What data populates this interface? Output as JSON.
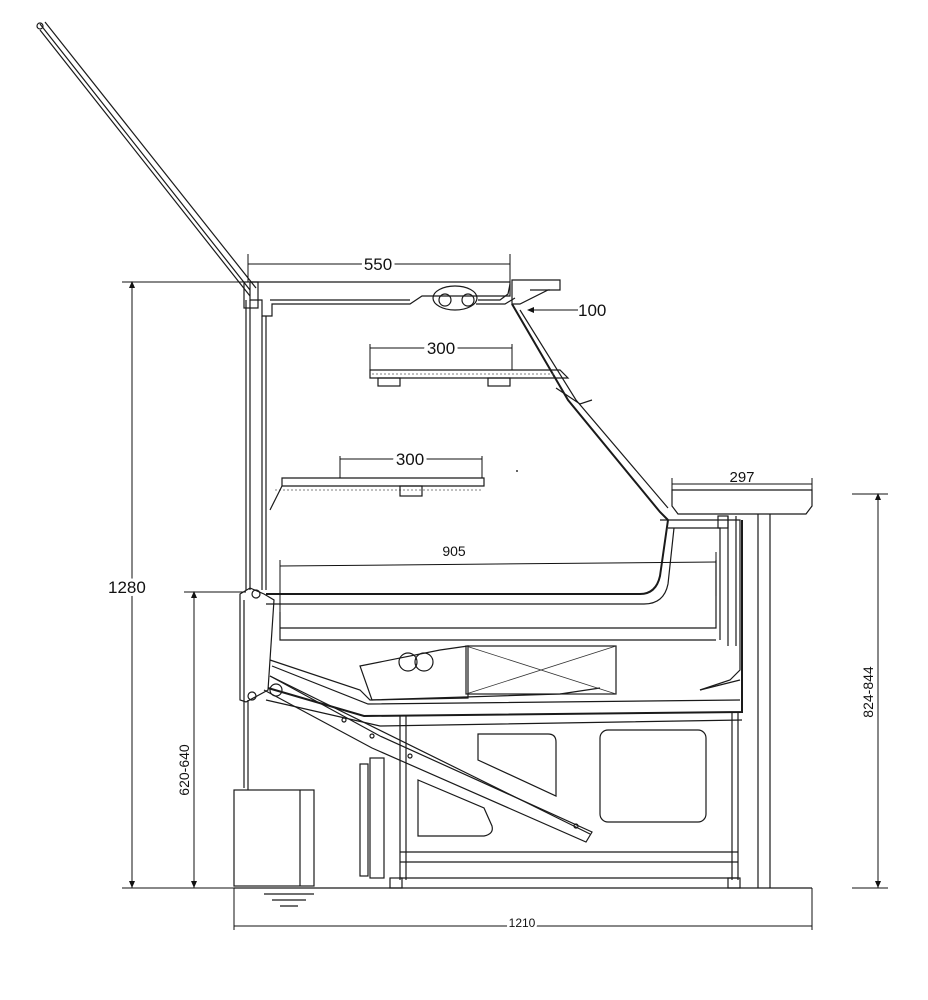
{
  "dimensions": {
    "top_width": "550",
    "top_offset": "100",
    "upper_shelf": "300",
    "lower_shelf": "300",
    "counter_depth": "297",
    "inner_depth": "905",
    "total_height": "1280",
    "work_height": "620-640",
    "counter_height": "824-844",
    "base_width": "1210"
  }
}
